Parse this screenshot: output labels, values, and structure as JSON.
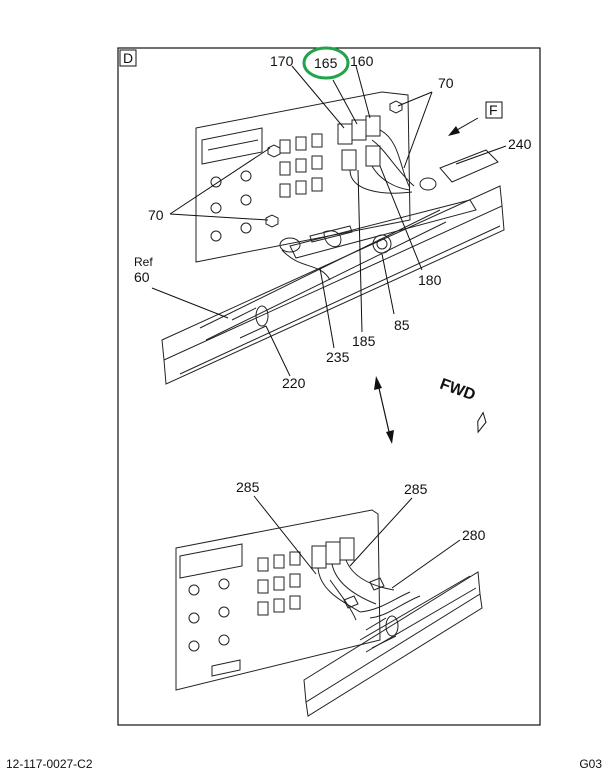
{
  "view_letter": "D",
  "ref_letter": "F",
  "fwd": "FWD",
  "ref_word": "Ref",
  "highlight_color": "#22a34a",
  "callouts": {
    "c170": "170",
    "c165": "165",
    "c160": "160",
    "c70_top": "70",
    "c240": "240",
    "c70_left": "70",
    "c180": "180",
    "c60": "60",
    "c85": "85",
    "c185": "185",
    "c235": "235",
    "c220": "220",
    "c285_left": "285",
    "c285_right": "285",
    "c280": "280"
  },
  "footer": {
    "left": "12-117-0027-C2",
    "right": "G03"
  }
}
